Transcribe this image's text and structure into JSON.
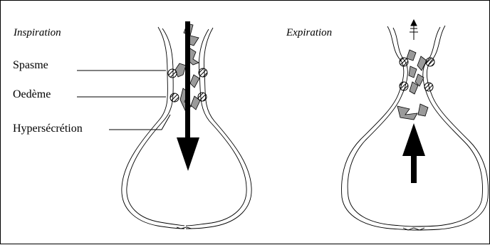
{
  "panels": {
    "left_title": "Inspiration",
    "right_title": "Expiration"
  },
  "labels": {
    "spasme": "Spasme",
    "oedeme": "Oedème",
    "hypersecretion": "Hypersécrétion"
  },
  "airflow": {
    "inspiration": "down",
    "expiration": "up"
  }
}
